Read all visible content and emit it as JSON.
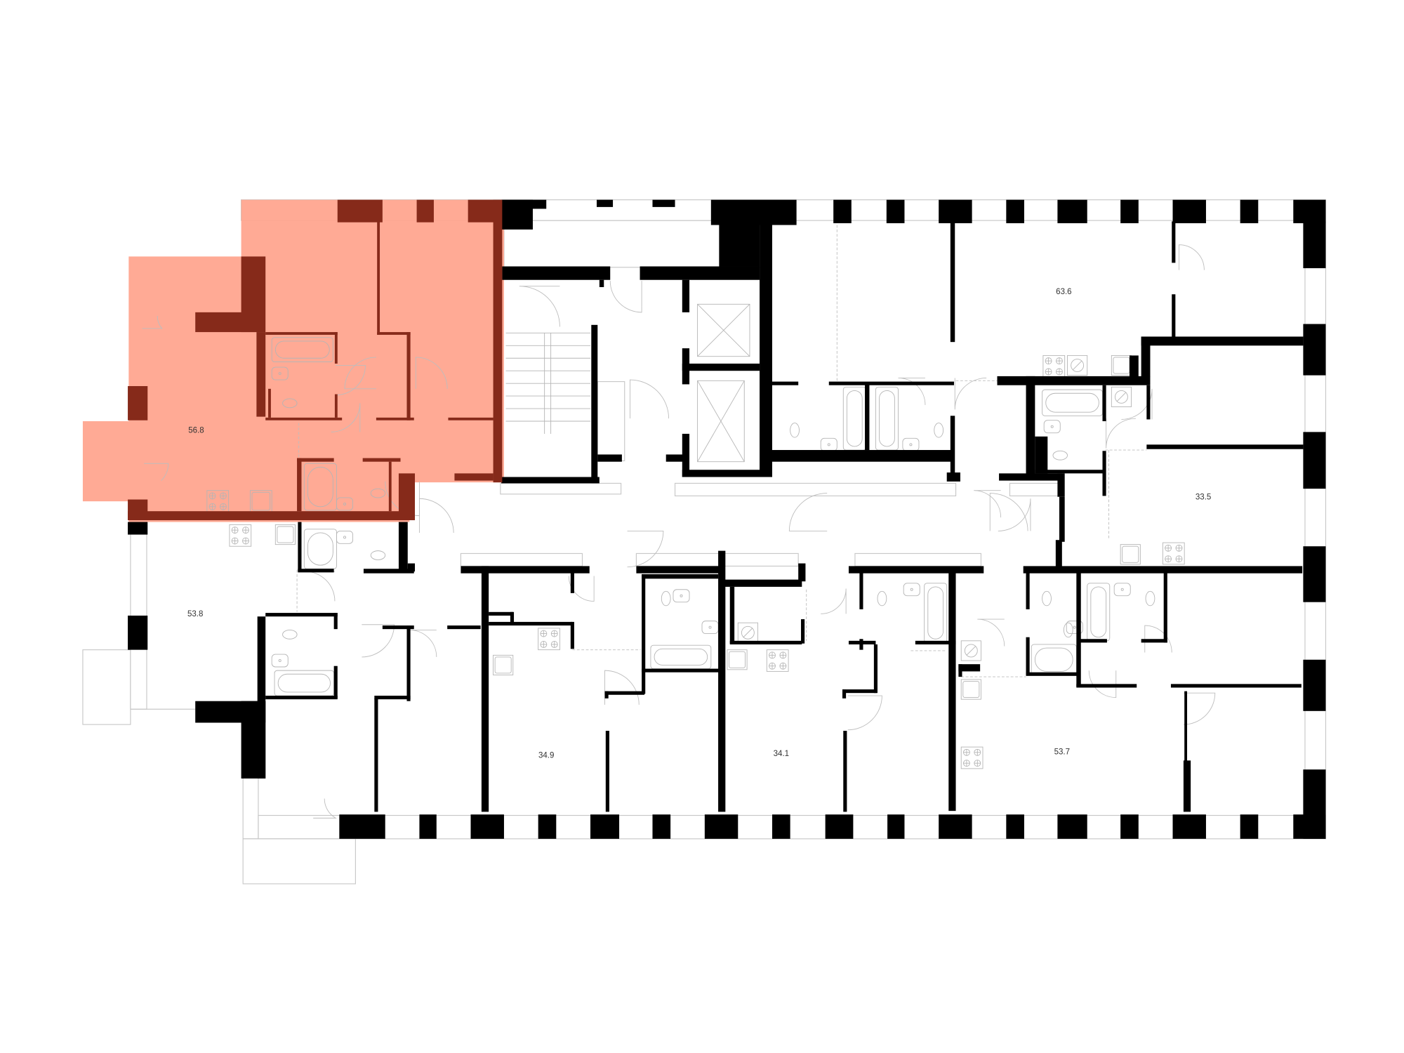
{
  "plan": {
    "apartments": [
      {
        "area": "56.8",
        "highlighted": true
      },
      {
        "area": "53.8",
        "highlighted": false
      },
      {
        "area": "63.6",
        "highlighted": false
      },
      {
        "area": "33.5",
        "highlighted": false
      },
      {
        "area": "34.9",
        "highlighted": false
      },
      {
        "area": "34.1",
        "highlighted": false
      },
      {
        "area": "53.7",
        "highlighted": false
      }
    ]
  },
  "colors": {
    "highlight_fill": "#ffa58f",
    "highlight_wall": "#862a1a",
    "wall": "#000000",
    "background": "#ffffff"
  }
}
